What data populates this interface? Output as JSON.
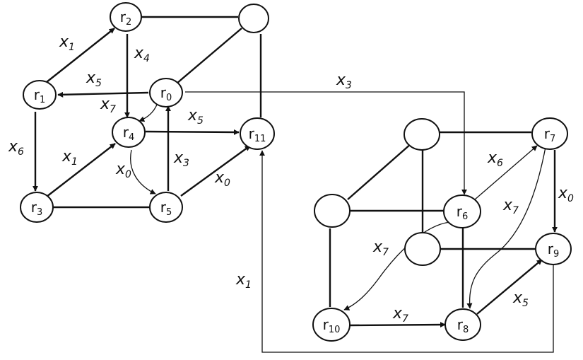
{
  "nodes": {
    "r0": {
      "base": "r",
      "sub": "0"
    },
    "r1": {
      "base": "r",
      "sub": "1"
    },
    "r2": {
      "base": "r",
      "sub": "2"
    },
    "r3": {
      "base": "r",
      "sub": "3"
    },
    "r4": {
      "base": "r",
      "sub": "4"
    },
    "r5": {
      "base": "r",
      "sub": "5"
    },
    "r6": {
      "base": "r",
      "sub": "6"
    },
    "r7": {
      "base": "r",
      "sub": "7"
    },
    "r8": {
      "base": "r",
      "sub": "8"
    },
    "r9": {
      "base": "r",
      "sub": "9"
    },
    "r10": {
      "base": "r",
      "sub": "10"
    },
    "r11": {
      "base": "r",
      "sub": "11"
    }
  },
  "edge_labels": {
    "r1_r2": {
      "base": "x",
      "sub": "1"
    },
    "r2_r4": {
      "base": "x",
      "sub": "4"
    },
    "r0_r1": {
      "base": "x",
      "sub": "5"
    },
    "r0_r4": {
      "base": "x",
      "sub": "7"
    },
    "r1_r3": {
      "base": "x",
      "sub": "6"
    },
    "r3_r4": {
      "base": "x",
      "sub": "1"
    },
    "r4_r11": {
      "base": "x",
      "sub": "5"
    },
    "r4_r5": {
      "base": "x",
      "sub": "0"
    },
    "r5_r0": {
      "base": "x",
      "sub": "3"
    },
    "r5_r11": {
      "base": "x",
      "sub": "0"
    },
    "r0_r6": {
      "base": "x",
      "sub": "3"
    },
    "r9_r11": {
      "base": "x",
      "sub": "1"
    },
    "r6_r7": {
      "base": "x",
      "sub": "6"
    },
    "r7_r9": {
      "base": "x",
      "sub": "0"
    },
    "r7_r8": {
      "base": "x",
      "sub": "7"
    },
    "r6_r10": {
      "base": "x",
      "sub": "7"
    },
    "r10_r8": {
      "base": "x",
      "sub": "7"
    },
    "r8_r9": {
      "base": "x",
      "sub": "5"
    }
  },
  "colors": {
    "stroke": "#111111",
    "background": "#ffffff"
  }
}
